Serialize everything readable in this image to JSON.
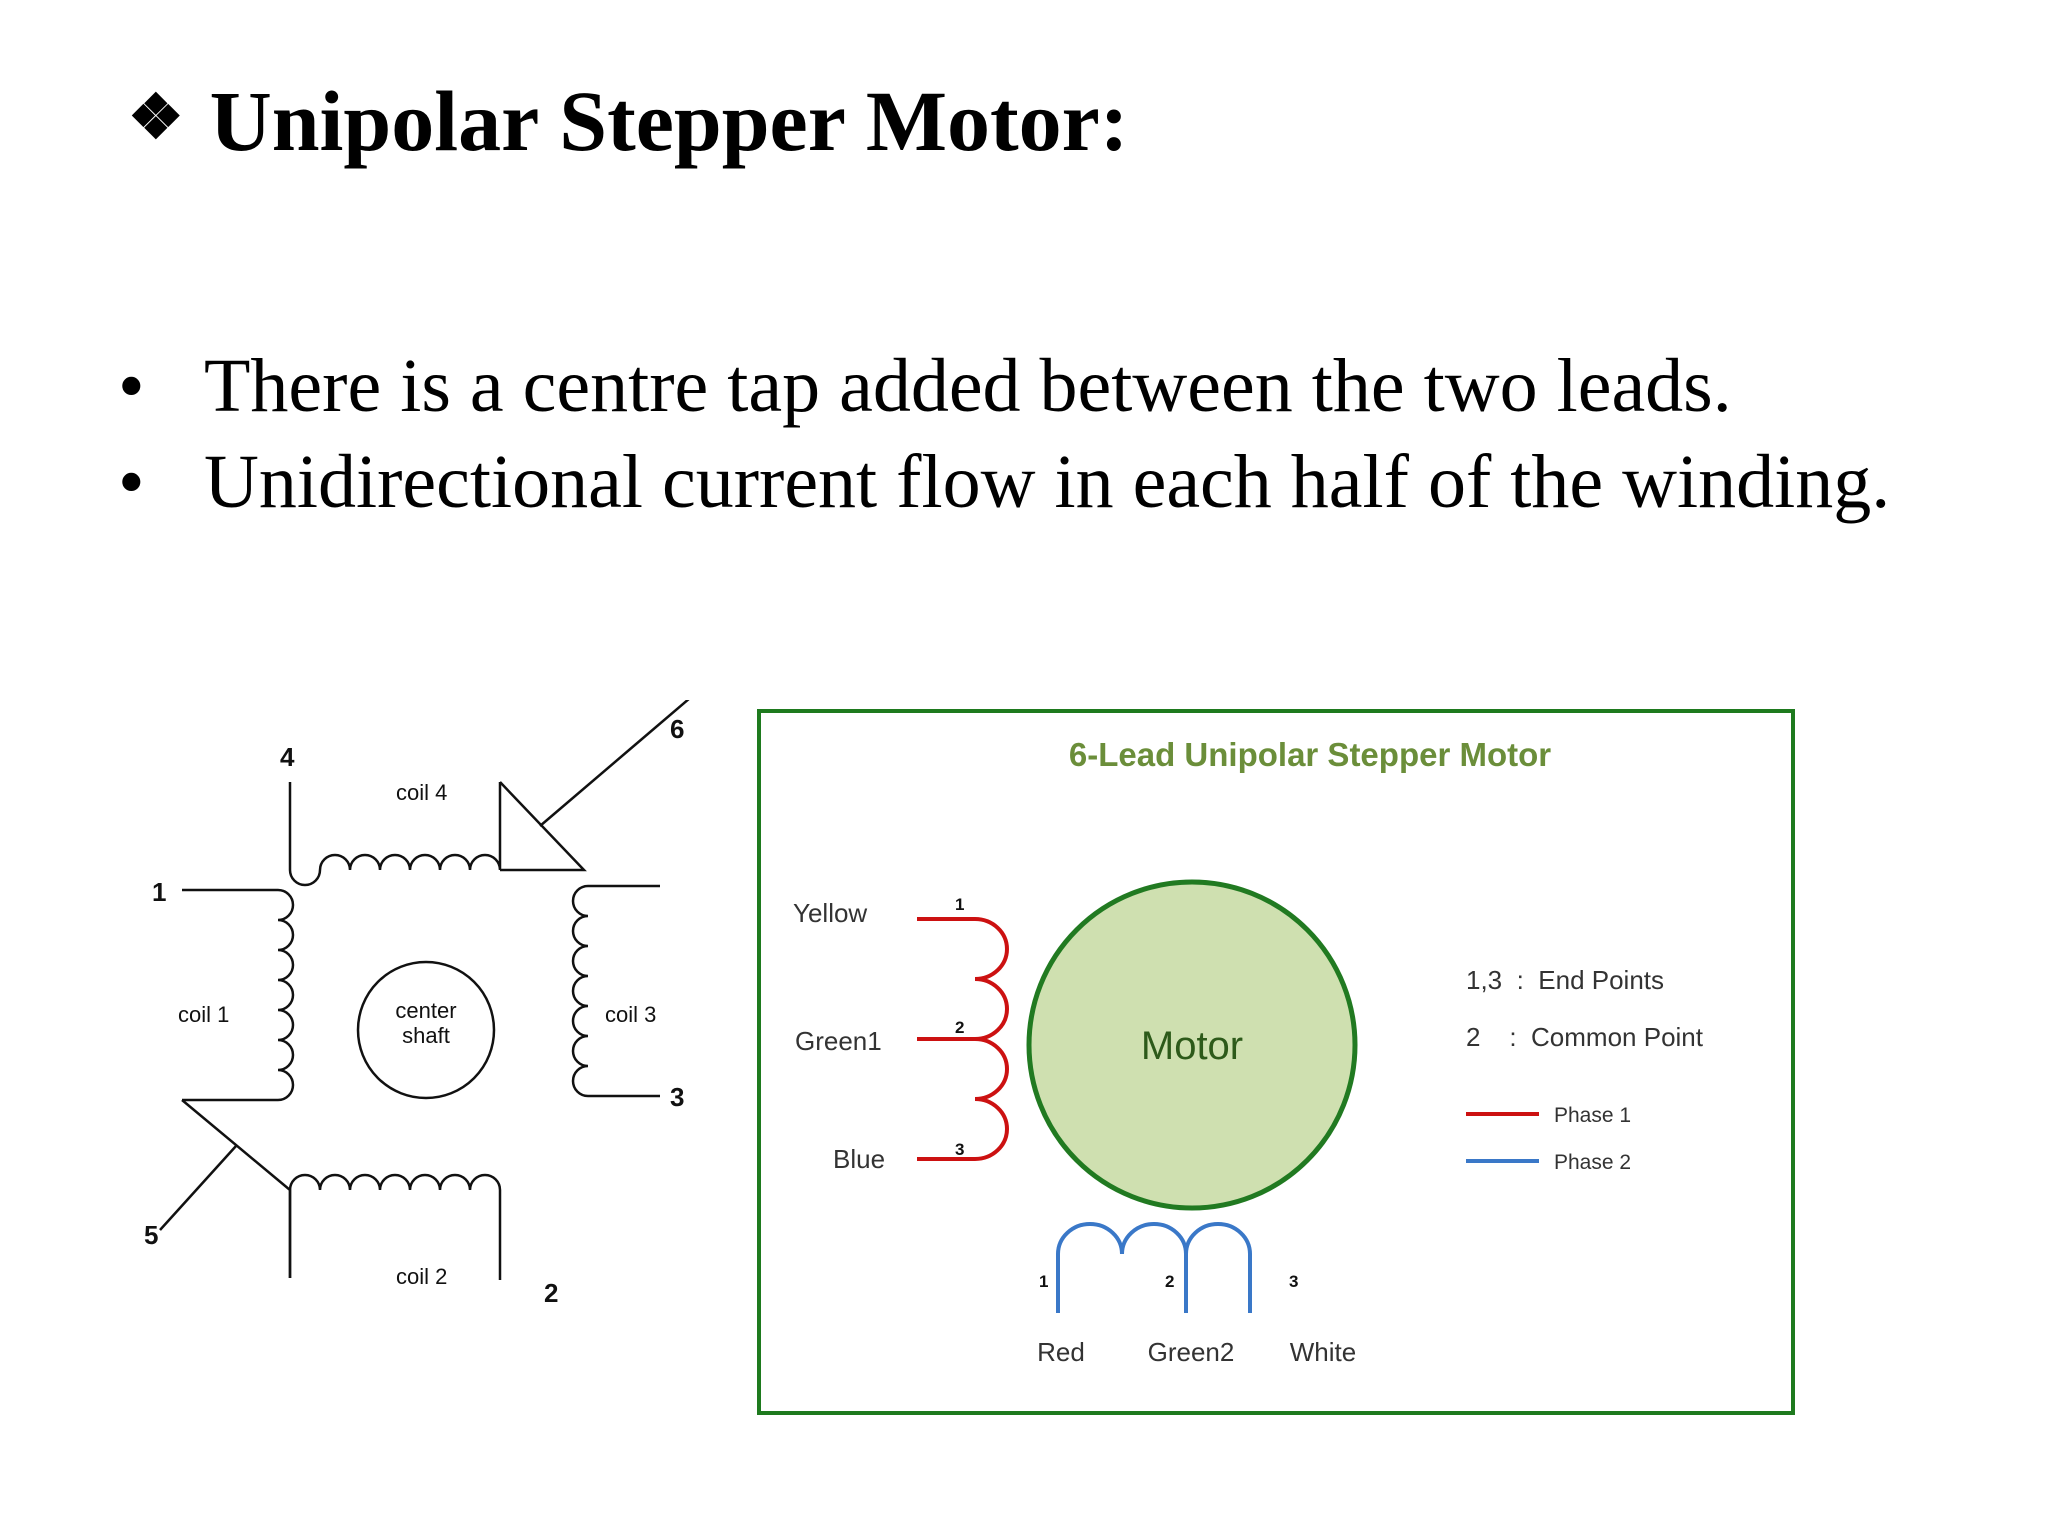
{
  "slide": {
    "title_bullet": "❖",
    "title": "Unipolar Stepper Motor:",
    "bullet_glyph": "•",
    "bullets": [
      "There is a centre tap added between the two leads.",
      "Unidirectional current flow in each half of the winding."
    ]
  },
  "left_diagram": {
    "lead_labels": [
      "1",
      "2",
      "3",
      "4",
      "5",
      "6"
    ],
    "coil_labels": [
      "coil 1",
      "coil 2",
      "coil 3",
      "coil 4"
    ],
    "shaft_label_line1": "center",
    "shaft_label_line2": "shaft"
  },
  "right_diagram": {
    "title": "6-Lead Unipolar Stepper Motor",
    "motor_label": "Motor",
    "left_wires": [
      "Yellow",
      "Green1",
      "Blue"
    ],
    "bottom_wires": [
      "Red",
      "Green2",
      "White"
    ],
    "pin_numbers": [
      "1",
      "2",
      "3"
    ],
    "legend_end_points": "1,3  :  End Points",
    "legend_common_point": "2    :  Common Point",
    "legend_phase1": "Phase 1",
    "legend_phase2": "Phase 2",
    "colors": {
      "border": "#1e7a1e",
      "title": "#6b8e3a",
      "motor_fill": "#cfe0b0",
      "motor_stroke": "#217a21",
      "phase1": "#cc1111",
      "phase2": "#3a78c8"
    }
  }
}
